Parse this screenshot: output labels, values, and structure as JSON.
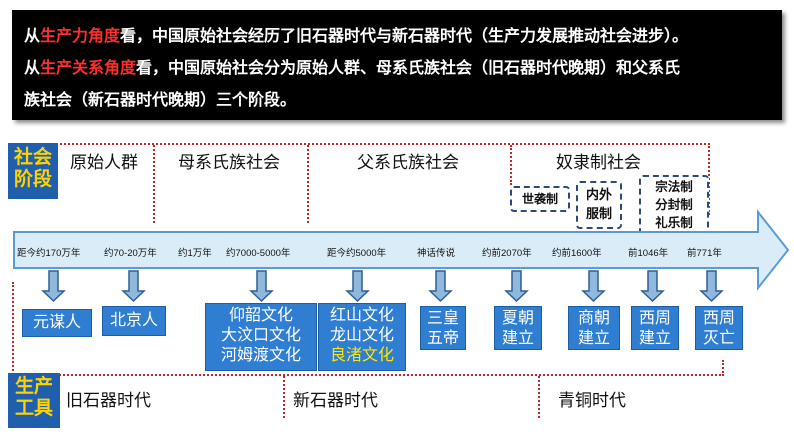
{
  "banner": {
    "line1": {
      "prefix": "从",
      "highlight": "生产力角度",
      "text": "看，中国原始社会经历了旧石器时代与新石器时代（生产力发展推动社会进步）。"
    },
    "line2": {
      "prefix": "从",
      "highlight": "生产关系角度",
      "text": "看，中国原始社会分为原始人群、母系氏族社会（旧石器时代晚期）和父系氏"
    },
    "line3": {
      "text": "族社会（新石器时代晚期）三个阶段。"
    }
  },
  "side_labels": {
    "social": [
      "社会",
      "阶段"
    ],
    "tools": [
      "生产",
      "工具"
    ]
  },
  "stages": [
    "原始人群",
    "母系氏族社会",
    "父系氏族社会",
    "奴隶制社会"
  ],
  "systems": {
    "hereditary": "世袭制",
    "inner_outer": [
      "内外",
      "服制"
    ],
    "zhou": [
      "宗法制",
      "分封制",
      "礼乐制"
    ]
  },
  "ticks": [
    "距今约170万年",
    "约70-20万年",
    "约1万年",
    "约7000-5000年",
    "距今约5000年",
    "神话传说",
    "约前2070年",
    "约前1600年",
    "前1046年",
    "前771年"
  ],
  "boxes": {
    "yuanmou": "元谋人",
    "beijing": "北京人",
    "culture1": [
      "仰韶文化",
      "大汶口文化",
      "河姆渡文化"
    ],
    "culture2": [
      "红山文化",
      "龙山文化",
      "良渚文化"
    ],
    "sanhuang": [
      "三皇",
      "五帝"
    ],
    "xia": [
      "夏朝",
      "建立"
    ],
    "shang": [
      "商朝",
      "建立"
    ],
    "xizhou_est": [
      "西周",
      "建立"
    ],
    "xizhou_end": [
      "西周",
      "灭亡"
    ]
  },
  "tools": [
    "旧石器时代",
    "新石器时代",
    "青铜时代"
  ],
  "colors": {
    "banner_bg": "#000000",
    "highlight": "#ff2d2d",
    "arrow_fill": "#d9ecf8",
    "box_blue": "#2f7ed1",
    "side_blue": "#1f5fae",
    "side_text": "#ffd200",
    "dotted": "#c0282d",
    "yellow_text": "#ffe600"
  }
}
